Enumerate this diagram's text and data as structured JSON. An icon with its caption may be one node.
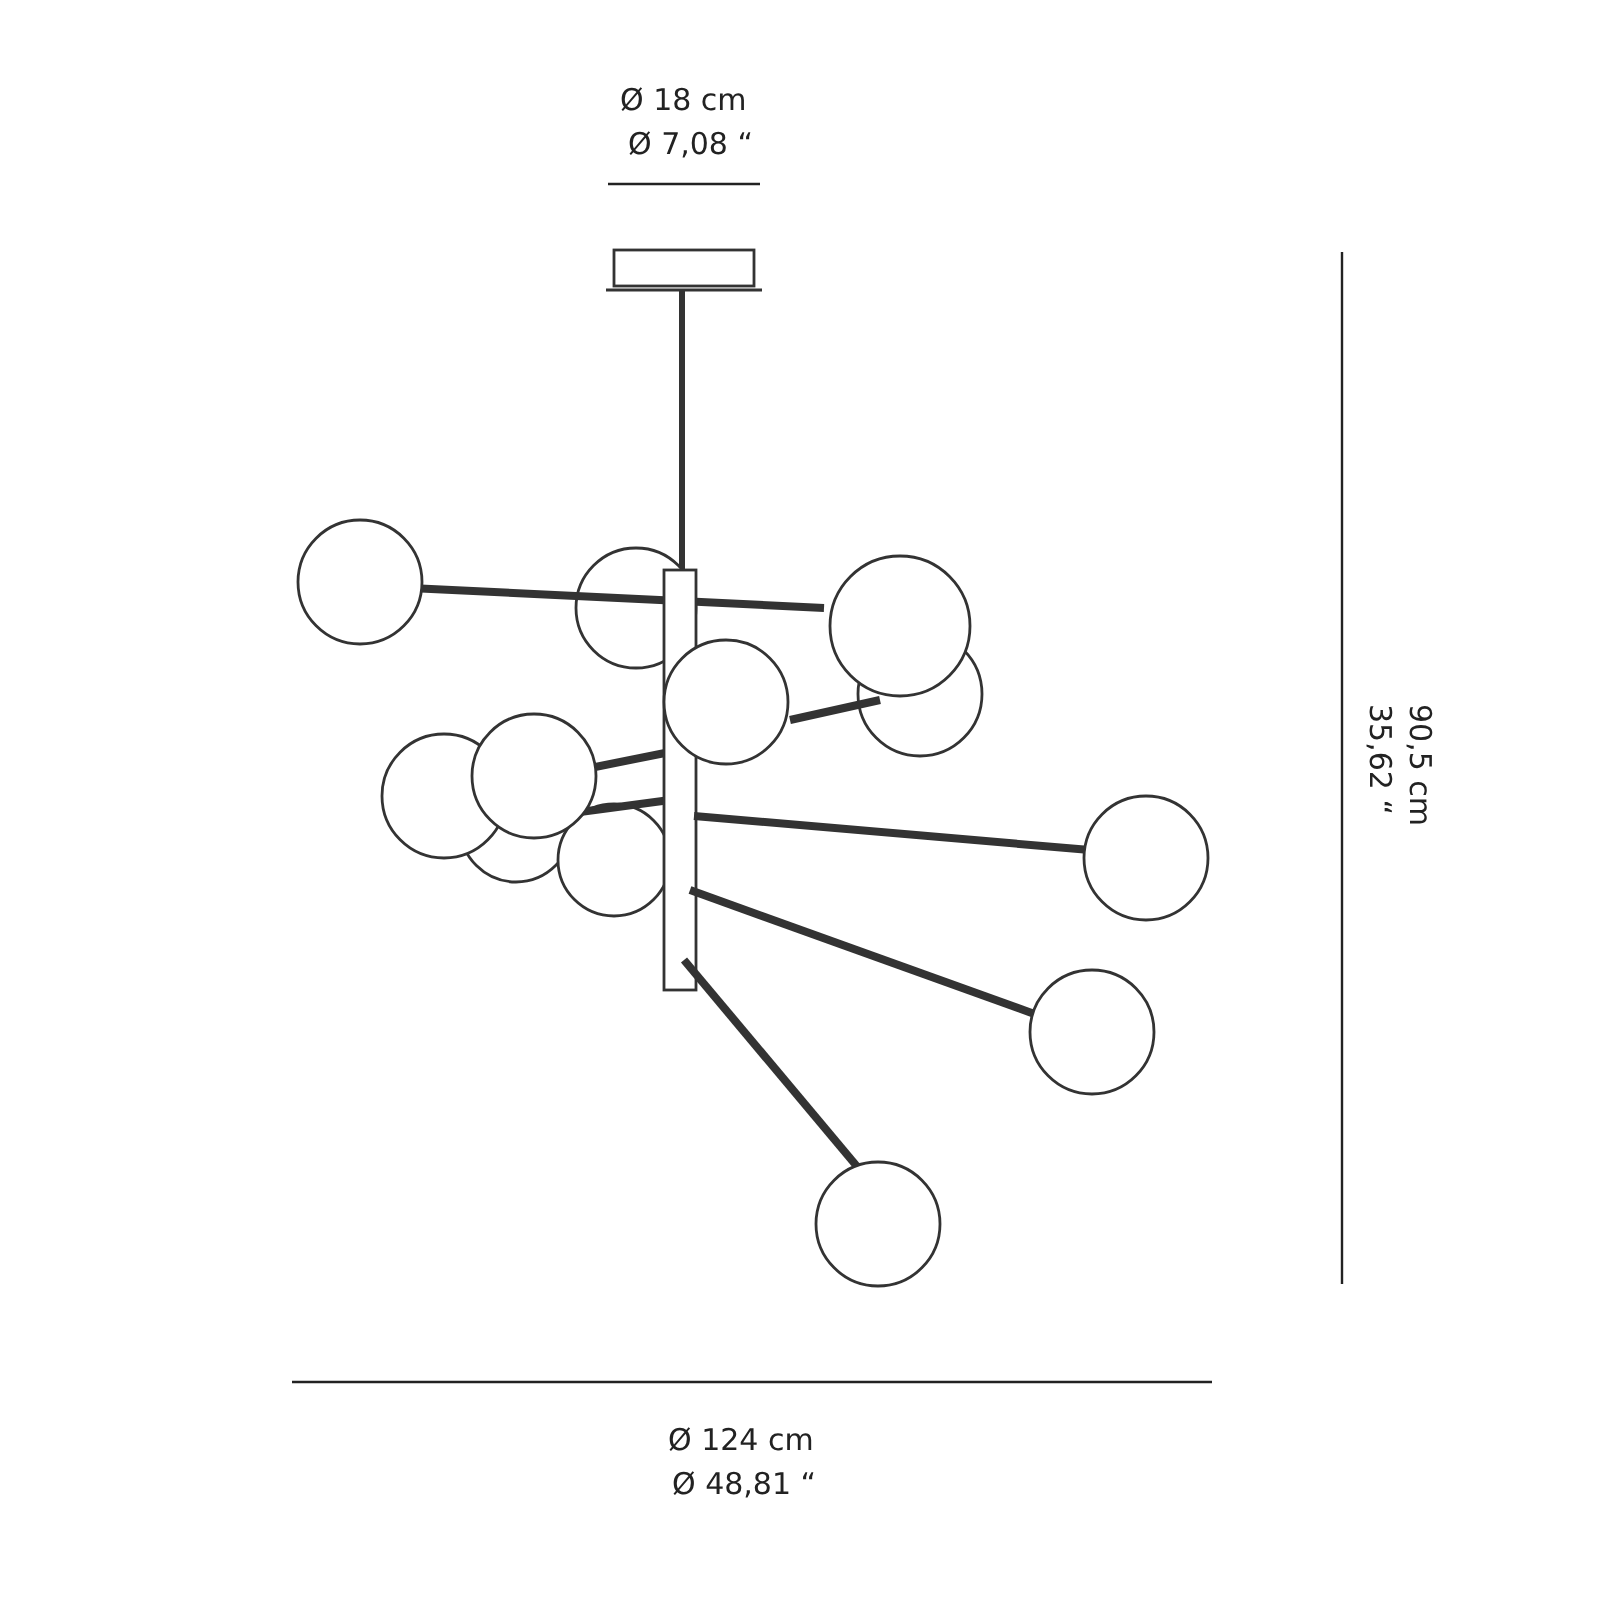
{
  "diagram": {
    "labels": [
      "Ø 18 cm",
      "Ø 7,08 “",
      "90,5 cm",
      "35,62 “",
      "Ø 124 cm",
      "Ø 48,81 “"
    ]
  }
}
